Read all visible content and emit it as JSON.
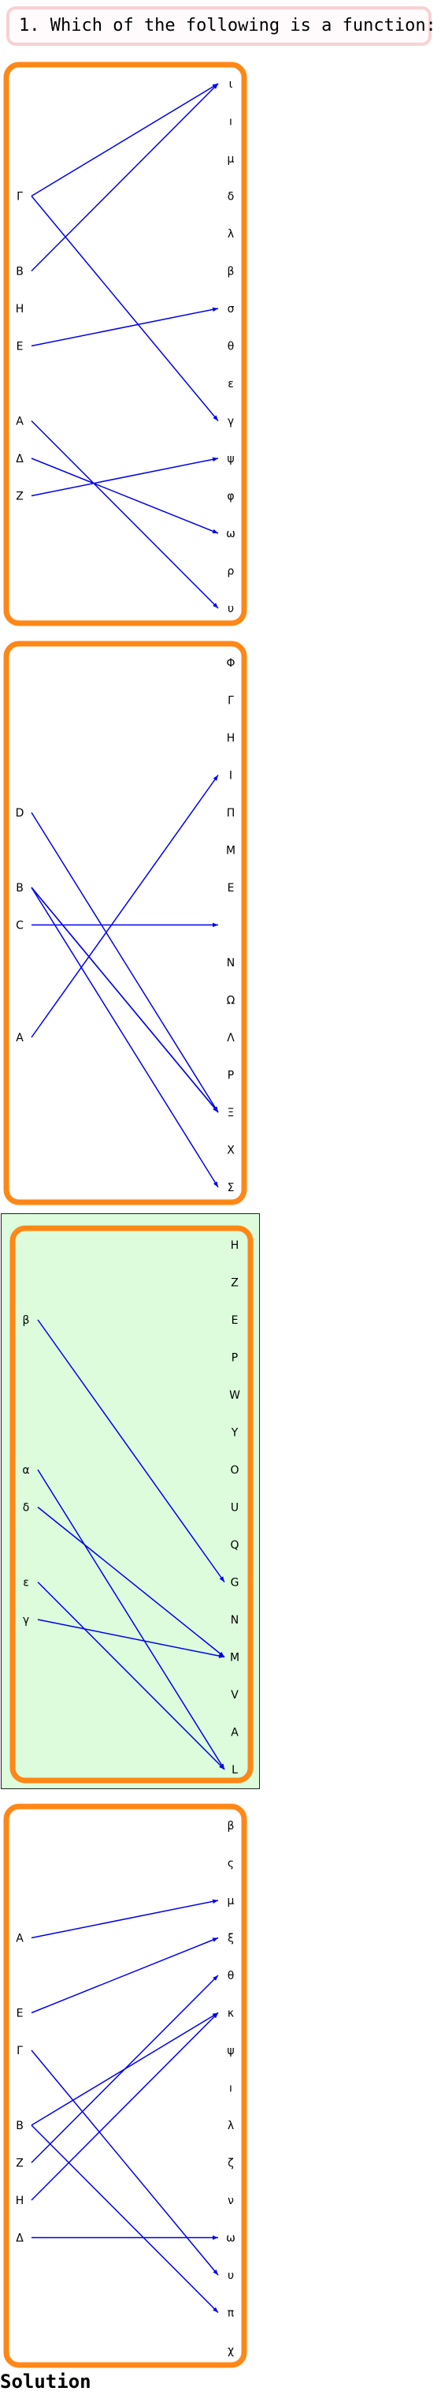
{
  "question": {
    "text": "1. Which of the following is a function:"
  },
  "solution": {
    "label": "Solution"
  },
  "colors": {
    "frame": "#ff8716",
    "arrow": "#0000ee",
    "highlight": "#dcfcdc",
    "question_border": "#f7d1d4"
  },
  "panels": [
    {
      "left": [
        "Γ",
        "B",
        "H",
        "E",
        "A",
        "Δ",
        "Z"
      ],
      "left_rows": [
        3,
        5,
        6,
        7,
        9,
        10,
        11
      ],
      "right": [
        "ι",
        "ı",
        "μ",
        "δ",
        "λ",
        "β",
        "σ",
        "θ",
        "ε",
        "γ",
        "ψ",
        "φ",
        "ω",
        "ρ",
        "υ"
      ],
      "arrows": [
        [
          0,
          0
        ],
        [
          0,
          9
        ],
        [
          1,
          0
        ],
        [
          3,
          6
        ],
        [
          4,
          14
        ],
        [
          5,
          12
        ],
        [
          6,
          10
        ]
      ]
    },
    {
      "left": [
        "D",
        "B",
        "C",
        "A"
      ],
      "left_rows": [
        4,
        6,
        7,
        10
      ],
      "right": [
        "Φ",
        "Γ",
        "H",
        "I",
        "Π",
        "M",
        "E",
        "",
        "N",
        "Ω",
        "Λ",
        "P",
        "Ξ",
        "X",
        "Σ"
      ],
      "arrows": [
        [
          0,
          12
        ],
        [
          1,
          12
        ],
        [
          1,
          14
        ],
        [
          1,
          12
        ],
        [
          2,
          7
        ],
        [
          3,
          3
        ]
      ]
    },
    {
      "left": [
        "β",
        "α",
        "δ",
        "ε",
        "γ"
      ],
      "left_rows": [
        2,
        6,
        7,
        9,
        10
      ],
      "right": [
        "H",
        "Z",
        "E",
        "P",
        "W",
        "Y",
        "O",
        "U",
        "Q",
        "G",
        "N",
        "M",
        "V",
        "A",
        "L"
      ],
      "arrows": [
        [
          0,
          9
        ],
        [
          1,
          14
        ],
        [
          2,
          11
        ],
        [
          3,
          14
        ],
        [
          4,
          11
        ]
      ]
    },
    {
      "left": [
        "A",
        "E",
        "Γ",
        "B",
        "Z",
        "H",
        "Δ"
      ],
      "left_rows": [
        3,
        5,
        6,
        8,
        9,
        10,
        11
      ],
      "right": [
        "β",
        "ς",
        "μ",
        "ξ",
        "θ",
        "κ",
        "ψ",
        "ı",
        "λ",
        "ζ",
        "ν",
        "ω",
        "υ",
        "π",
        "χ"
      ],
      "arrows": [
        [
          0,
          2
        ],
        [
          1,
          3
        ],
        [
          2,
          12
        ],
        [
          3,
          5
        ],
        [
          3,
          13
        ],
        [
          4,
          4
        ],
        [
          5,
          5
        ],
        [
          6,
          11
        ]
      ]
    }
  ]
}
